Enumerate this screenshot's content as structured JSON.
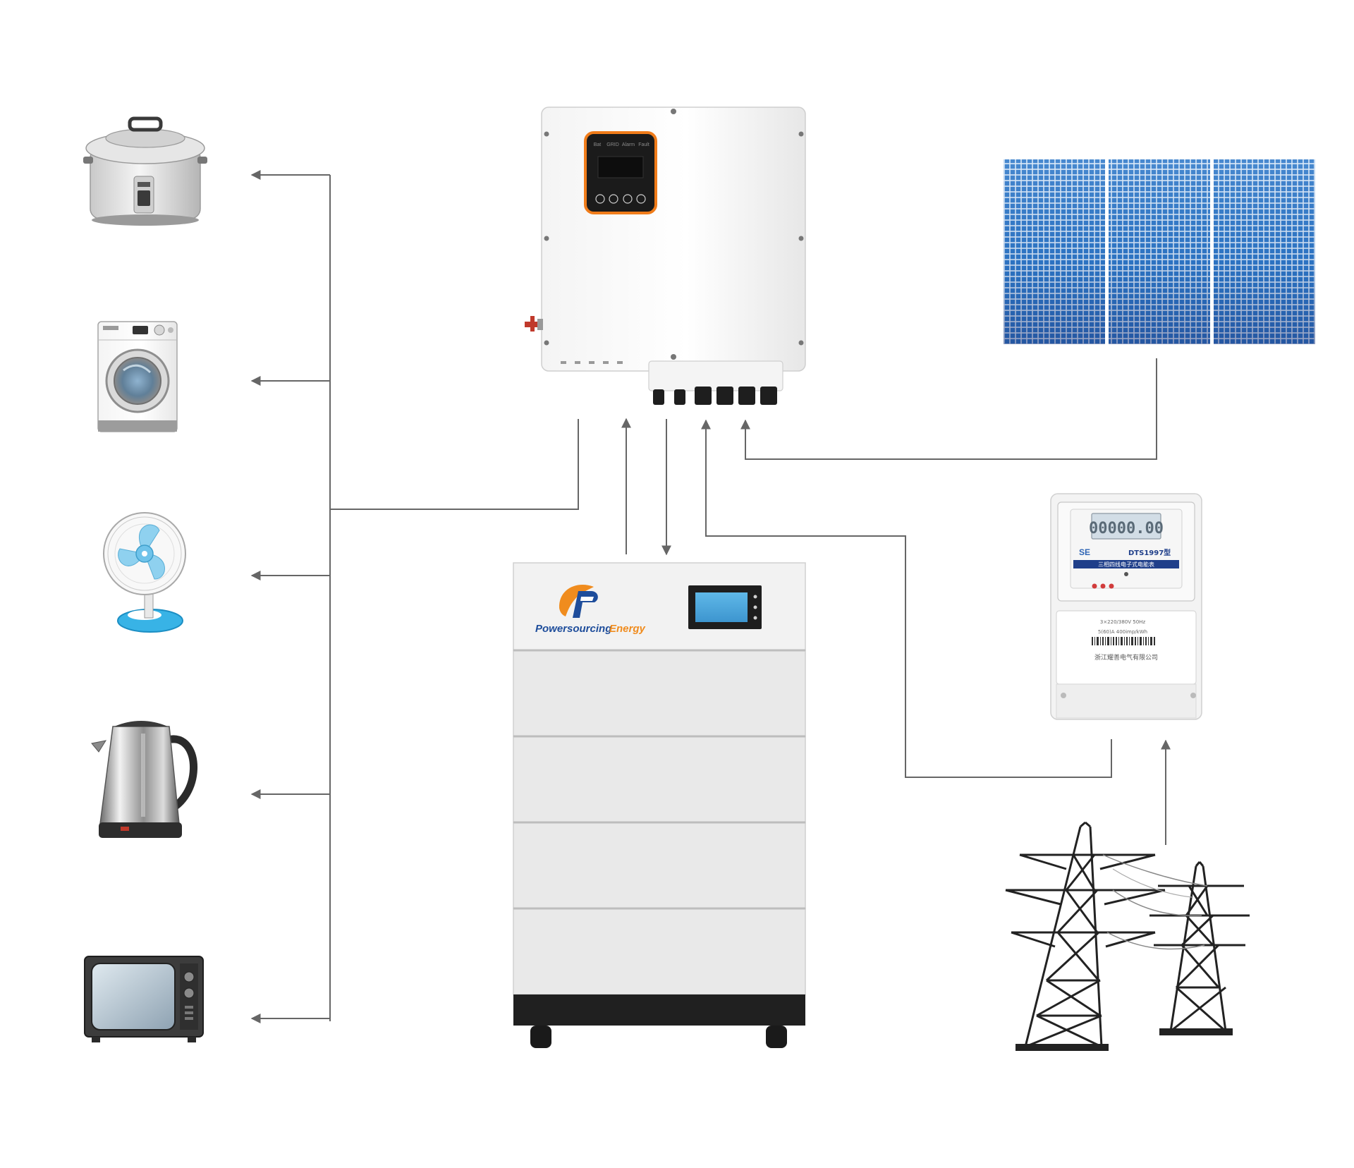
{
  "colors": {
    "background": "#ffffff",
    "flow_line": "#666666",
    "inverter_accent": "#f07c1a",
    "panel_blue": "#2c6fbe",
    "brand_blue": "#1e4d9b",
    "brand_orange": "#f08c1e",
    "battery_body": "#e9e9e9",
    "battery_base": "#202020"
  },
  "loads": [
    {
      "name": "rice-cooker",
      "icon": "rice-cooker-icon"
    },
    {
      "name": "washing-machine",
      "icon": "washing-machine-icon"
    },
    {
      "name": "electric-fan",
      "icon": "electric-fan-icon"
    },
    {
      "name": "electric-kettle",
      "icon": "electric-kettle-icon"
    },
    {
      "name": "television",
      "icon": "television-icon"
    }
  ],
  "inverter": {
    "indicator_labels": [
      "Bat",
      "GRID",
      "Alarm",
      "Fault"
    ]
  },
  "battery": {
    "brand": {
      "part1": "Powersourcing",
      "part2": "Energy"
    }
  },
  "meter": {
    "reading": "00000.00",
    "model": "DTS1997型",
    "subtitle": "三相四线电子式电能表",
    "spec_line1": "3×220/380V   50Hz",
    "spec_line2": "5(60)A   400imp/kWh",
    "manufacturer": "浙江耀善电气有限公司"
  }
}
